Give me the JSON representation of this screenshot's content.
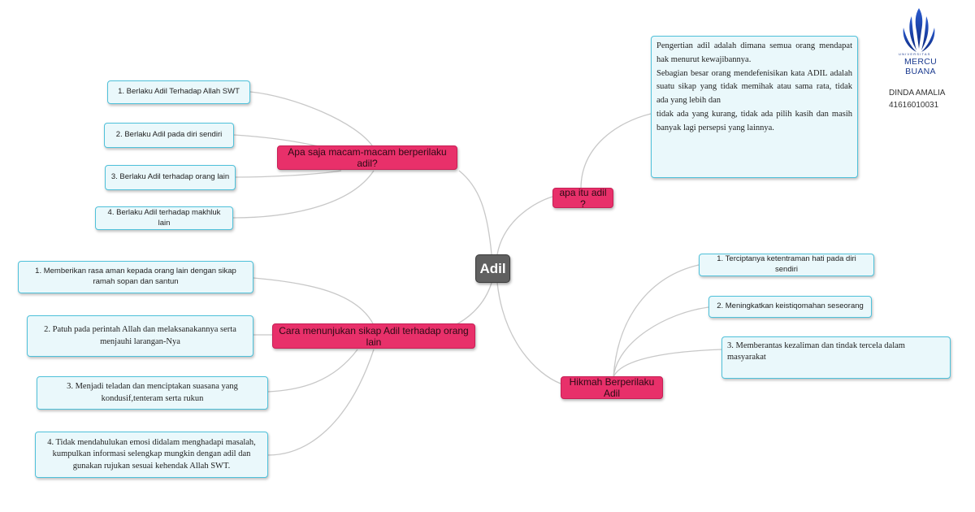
{
  "central": "Adil",
  "branches": {
    "macam": {
      "title": "Apa saja macam-macam berperilaku adil?",
      "items": [
        "1. Berlaku Adil Terhadap Allah SWT",
        "2. Berlaku Adil pada diri sendiri",
        "3. Berlaku Adil terhadap orang lain",
        "4. Berlaku Adil terhadap makhluk lain"
      ]
    },
    "cara": {
      "title": "Cara menunjukan sikap Adil terhadap orang lain",
      "items": [
        "1. Memberikan rasa aman kepada orang lain dengan sikap ramah sopan dan santun",
        "2. Patuh pada perintah Allah dan melaksanakannya serta menjauhi larangan-Nya",
        "3. Menjadi teladan dan menciptakan suasana yang kondusif,tenteram serta rukun",
        "4. Tidak mendahulukan emosi didalam menghadapi masalah, kumpulkan informasi selengkap mungkin dengan adil dan gunakan rujukan sesuai kehendak Allah SWT."
      ]
    },
    "apa": {
      "title": "apa itu adil ?",
      "note": [
        "Pengertian adil adalah dimana semua orang mendapat hak menurut kewajibannya.",
        "Sebagian besar orang mendefenisikan kata ADIL adalah suatu sikap yang tidak memihak atau sama rata, tidak ada yang lebih dan",
        "tidak ada yang kurang, tidak ada pilih kasih dan masih banyak lagi persepsi yang lainnya."
      ]
    },
    "hikmah": {
      "title": "Hikmah Berperilaku Adil",
      "items": [
        "1. Terciptanya ketentraman hati pada diri sendiri",
        "2. Meningkatkan keistiqomahan seseorang",
        "3. Memberantas kezaliman dan tindak tercela dalam masyarakat"
      ]
    }
  },
  "logo": {
    "name": "MERCU BUANA",
    "sub": "UNIVERSITAS",
    "color": "#1a3a8f"
  },
  "author": {
    "name": "DINDA AMALIA",
    "id": "41616010031"
  },
  "colors": {
    "central": "#606060",
    "branch": "#e8306a",
    "leaf_border": "#4fc1da",
    "line": "#c8c8c8"
  }
}
